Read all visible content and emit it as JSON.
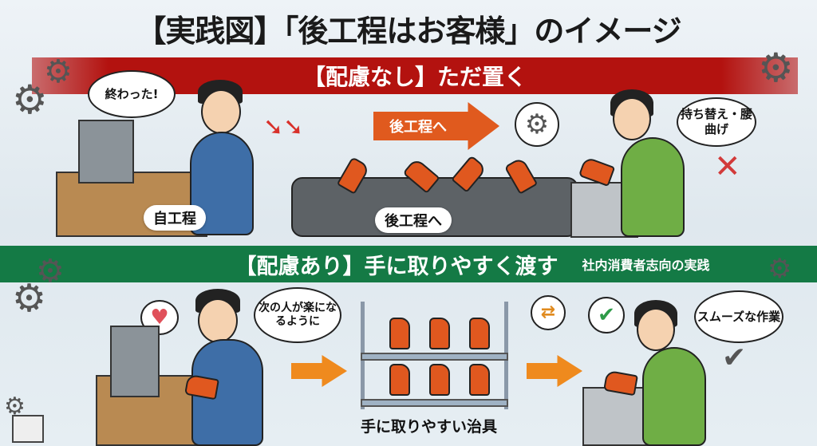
{
  "title": "【実践図】「後工程はお客様」のイメージ",
  "top_section": {
    "banner": "【配慮なし】ただ置く",
    "speech_worker": "終わった!",
    "label_own_process": "自工程",
    "arrow_label": "後工程へ",
    "conveyor_label": "後工程へ",
    "speech_receiver": "持ち替え・腰曲げ",
    "colors": {
      "banner": "#b3120f",
      "arrow": "#e05a1e",
      "x_mark": "#d23a3a"
    }
  },
  "bottom_section": {
    "banner": "【配慮あり】手に取りやすく渡す",
    "banner_sub": "社内消費者志向の実践",
    "speech_worker": "次の人が楽になるように",
    "shelf_label": "手に取りやすい治具",
    "speech_receiver": "スムーズな作業",
    "colors": {
      "banner": "#147a45",
      "arrow": "#ef8a1e",
      "check": "#2e9a48"
    }
  }
}
